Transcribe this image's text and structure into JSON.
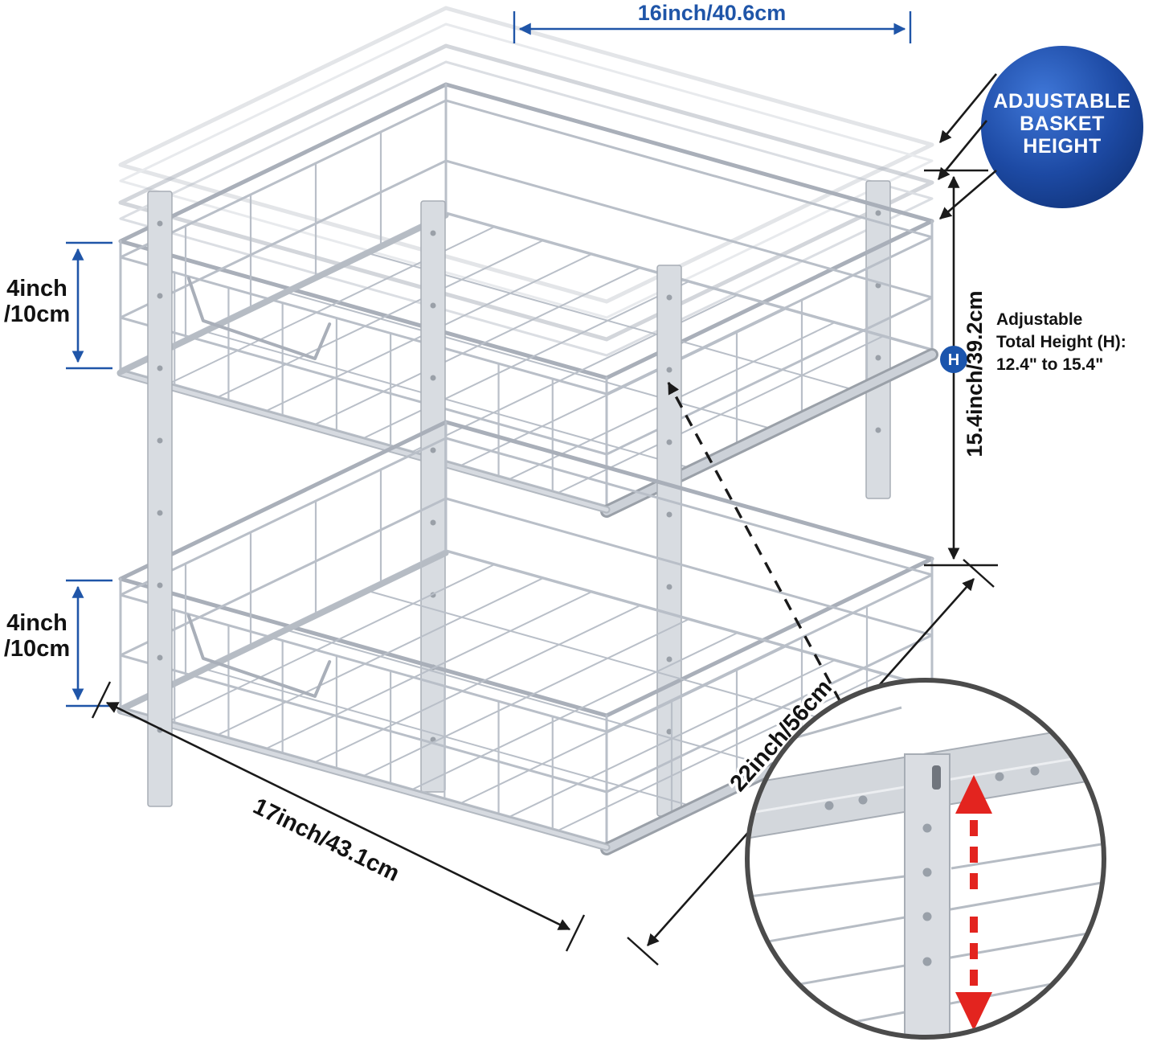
{
  "colors": {
    "accent_blue": "#1f55a8",
    "badge_blue": "#16418f",
    "dimension_black": "#1a1a1a",
    "adjust_red": "#e3241f",
    "metal_silver": "#b6bcc4",
    "metal_light": "#dadde2"
  },
  "labels": {
    "top_width": "16inch/40.6cm",
    "badge": [
      "ADJUSTABLE",
      "BASKET",
      "HEIGHT"
    ],
    "side_height": "15.4inch/39.2cm",
    "h_marker": "H",
    "total_height": [
      "Adjustable",
      "Total Height (H):",
      "12.4\" to 15.4\""
    ],
    "tier_gap_top": [
      "4inch",
      "/10cm"
    ],
    "tier_gap_bottom": [
      "4inch",
      "/10cm"
    ],
    "front_width": "17inch/43.1cm",
    "depth": "22inch/56cm"
  }
}
